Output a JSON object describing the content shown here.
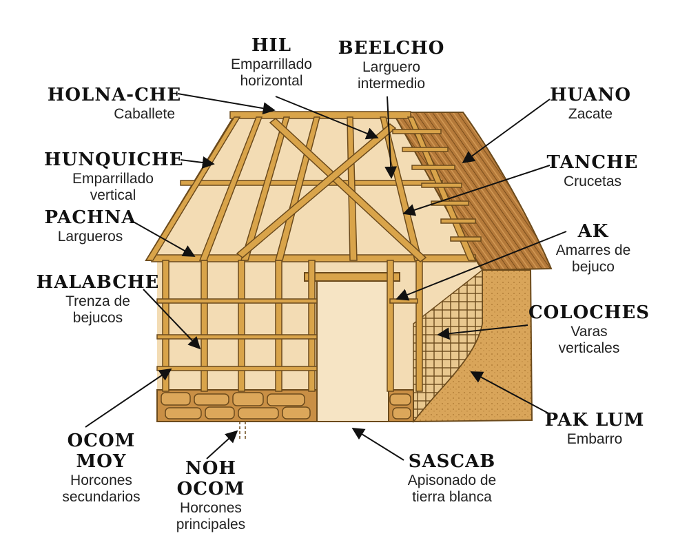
{
  "colors": {
    "background": "#ffffff",
    "wall": "#f3dcb4",
    "timber": "#d9a44a",
    "timber_outline": "#6b4a1c",
    "thatch": "#b57a3a",
    "mud": "#d9a55a",
    "stone": "#c98f45",
    "door": "#f6e4c4",
    "arrow": "#111111"
  },
  "labels": [
    {
      "id": "hil",
      "term": "HIL",
      "desc": [
        "Emparrillado",
        "horizontal"
      ]
    },
    {
      "id": "beelcho",
      "term": "BEELCHO",
      "desc": [
        "Larguero",
        "intermedio"
      ]
    },
    {
      "id": "holna-che",
      "term": "HOLNA-CHE",
      "desc": [
        "Caballete"
      ]
    },
    {
      "id": "hunquiche",
      "term": "HUNQUICHE",
      "desc": [
        "Emparrillado",
        "vertical"
      ]
    },
    {
      "id": "pachna",
      "term": "PACHNA",
      "desc": [
        "Largueros"
      ]
    },
    {
      "id": "halabche",
      "term": "HALABCHE",
      "desc": [
        "Trenza de",
        "bejucos"
      ]
    },
    {
      "id": "ocom-moy",
      "term": "OCOM MOY",
      "desc": [
        "Horcones",
        "secundarios"
      ]
    },
    {
      "id": "noh-ocom",
      "term": "NOH OCOM",
      "desc": [
        "Horcones",
        "principales"
      ]
    },
    {
      "id": "huano",
      "term": "HUANO",
      "desc": [
        "Zacate"
      ]
    },
    {
      "id": "tanche",
      "term": "TANCHE",
      "desc": [
        "Crucetas"
      ]
    },
    {
      "id": "ak",
      "term": "AK",
      "desc": [
        "Amarres de",
        "bejuco"
      ]
    },
    {
      "id": "coloches",
      "term": "COLOCHES",
      "desc": [
        "Varas",
        "verticales"
      ]
    },
    {
      "id": "pak-lum",
      "term": "PAK LUM",
      "desc": [
        "Embarro"
      ]
    },
    {
      "id": "sascab",
      "term": "SASCAB",
      "desc": [
        "Apisonado de",
        "tierra blanca"
      ]
    }
  ]
}
